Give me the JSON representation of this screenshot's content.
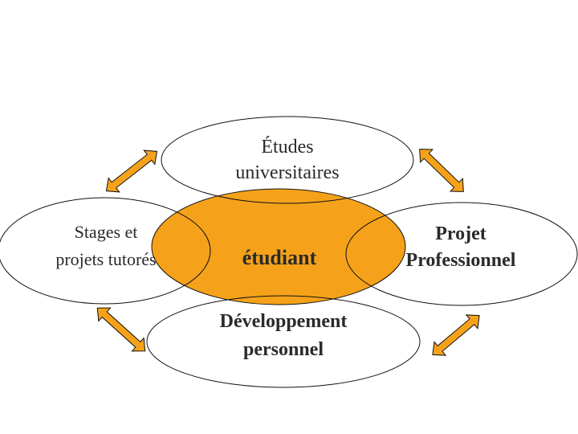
{
  "diagram": {
    "center": {
      "label": "étudiant",
      "fill": "#f5a21a"
    },
    "top": {
      "lines": [
        "Études",
        "universitaires"
      ]
    },
    "left": {
      "lines": [
        "Stages et",
        "projets tutorés"
      ]
    },
    "right": {
      "lines": [
        "Projet",
        "Professionnel"
      ]
    },
    "bottom": {
      "lines": [
        "Développement",
        "personnel"
      ]
    },
    "arrow_fill": "#f5a21a",
    "outline_color": "#111111"
  }
}
